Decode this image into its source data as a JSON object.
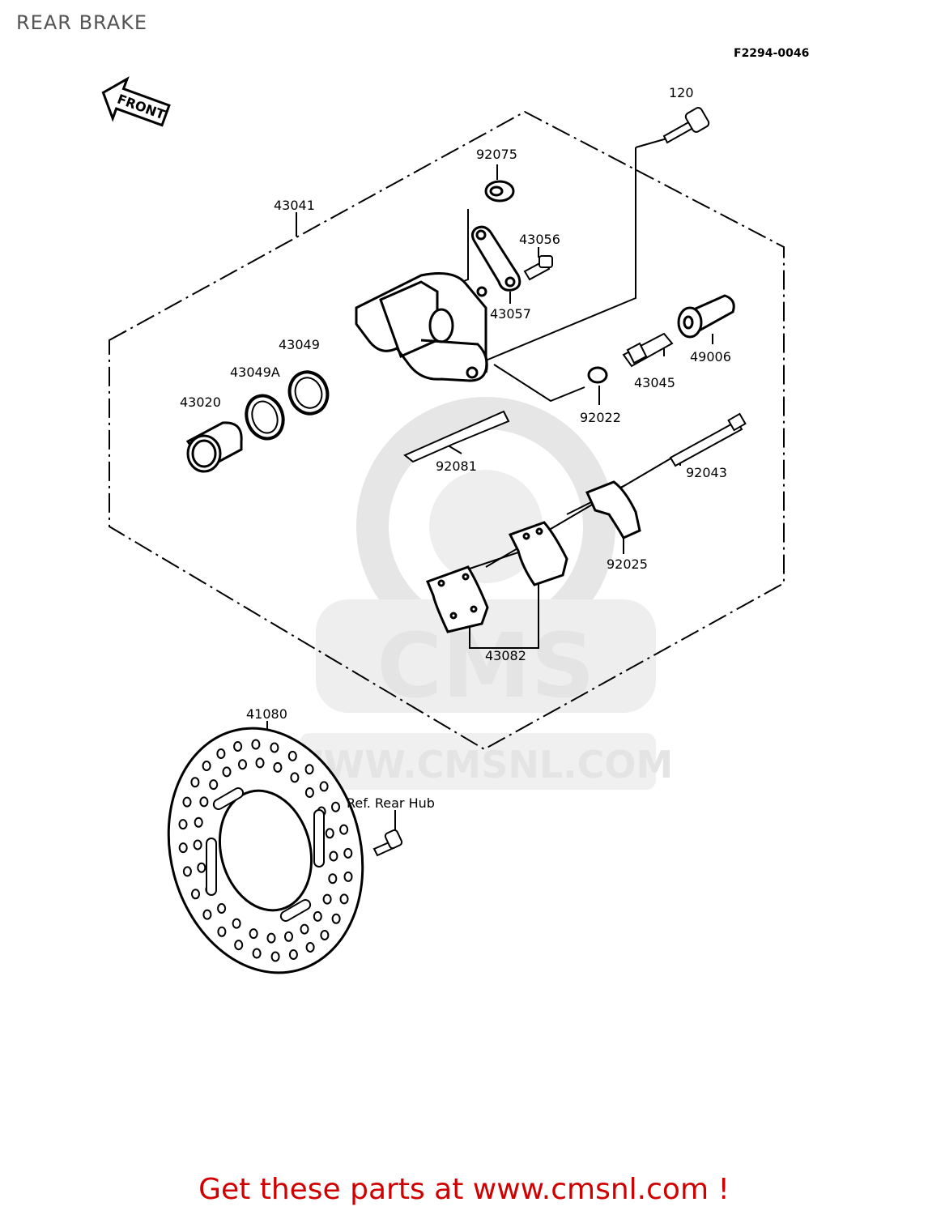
{
  "title": "REAR BRAKE",
  "figure_code": "F2294-0046",
  "direction_label": "FRONT",
  "watermark": {
    "logo_text": "CMS",
    "url_text": "WWW.CMSNL.COM"
  },
  "parts": {
    "p120": "120",
    "p92075": "92075",
    "p43041": "43041",
    "p43056": "43056",
    "p43057": "43057",
    "p43049": "43049",
    "p43049A": "43049A",
    "p43020": "43020",
    "p49006": "49006",
    "p43045": "43045",
    "p92022": "92022",
    "p92081": "92081",
    "p92043": "92043",
    "p92025": "92025",
    "p43082": "43082",
    "p41080": "41080",
    "ref_rear_hub": "Ref. Rear Hub"
  },
  "footer": "Get these parts at www.cmsnl.com !",
  "colors": {
    "footer": "#d10000",
    "watermark": "#e4e4e4",
    "line": "#000000"
  }
}
